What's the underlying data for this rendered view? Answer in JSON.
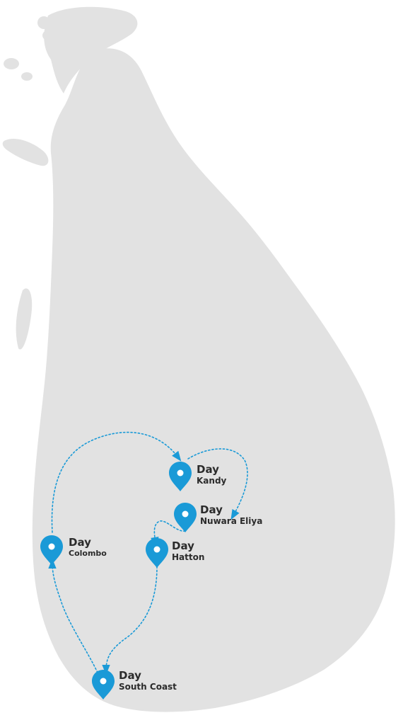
{
  "colors": {
    "land": "#e2e2e2",
    "route": "#1a9ad7",
    "pin": "#1a9ad7",
    "pin_dot": "#ffffff",
    "text": "#2b2b2b"
  },
  "stops": [
    {
      "id": "colombo",
      "day": "Day",
      "place": "Colombo"
    },
    {
      "id": "kandy",
      "day": "Day",
      "place": "Kandy"
    },
    {
      "id": "nuwara-eliya",
      "day": "Day",
      "place": "Nuwara Eliya"
    },
    {
      "id": "hatton",
      "day": "Day",
      "place": "Hatton"
    },
    {
      "id": "south-coast",
      "day": "Day",
      "place": "South Coast"
    }
  ],
  "route_order": [
    "colombo",
    "kandy",
    "nuwara-eliya",
    "hatton",
    "south-coast",
    "colombo"
  ]
}
